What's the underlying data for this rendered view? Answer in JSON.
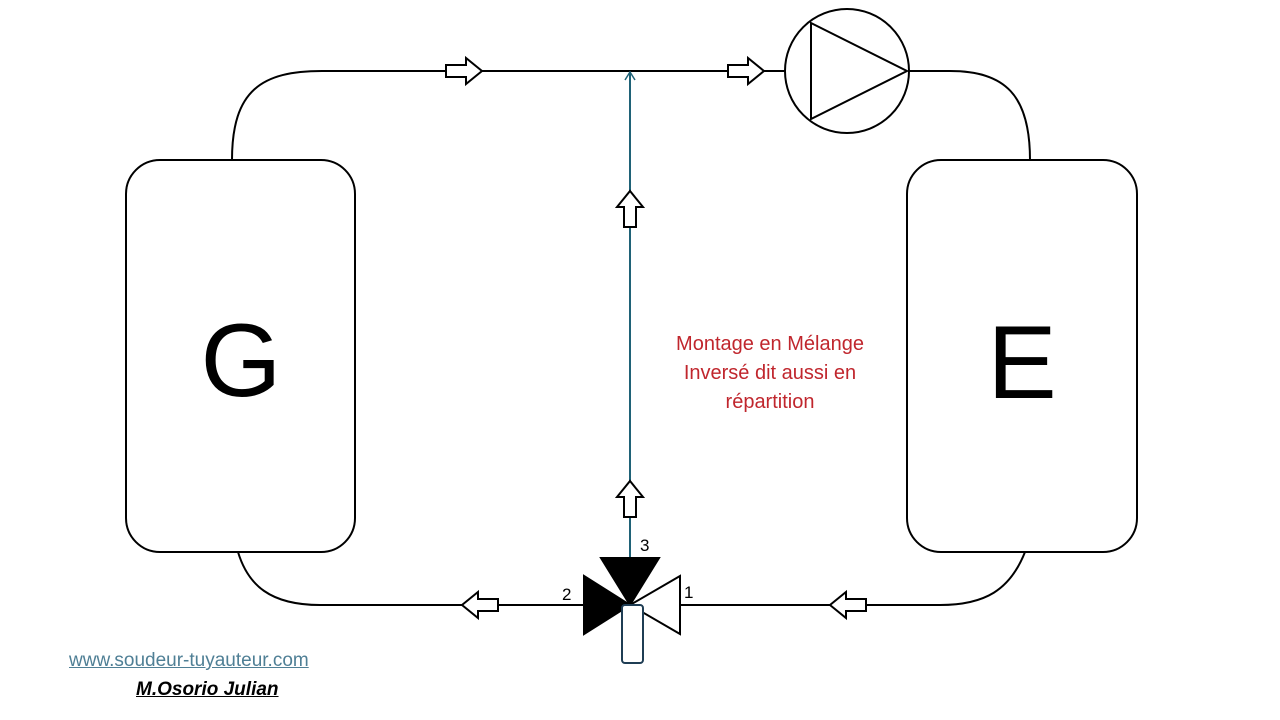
{
  "diagram": {
    "generator_label": "G",
    "emitter_label": "E",
    "valve_ports": {
      "port_1": "1",
      "port_2": "2",
      "port_3": "3"
    },
    "note_lines": [
      "Montage en Mélange",
      "Inversé dit aussi en",
      "répartition"
    ],
    "colors": {
      "pipe": "#000000",
      "bypass_pipe": "#1f6277",
      "note_text": "#c0262d",
      "link_text": "#4f7f95"
    },
    "icons": [
      "pump-icon",
      "three-way-valve-icon",
      "flow-arrow-icon"
    ]
  },
  "footer": {
    "website": "www.soudeur-tuyauteur.com",
    "author": "M.Osorio Julian"
  }
}
